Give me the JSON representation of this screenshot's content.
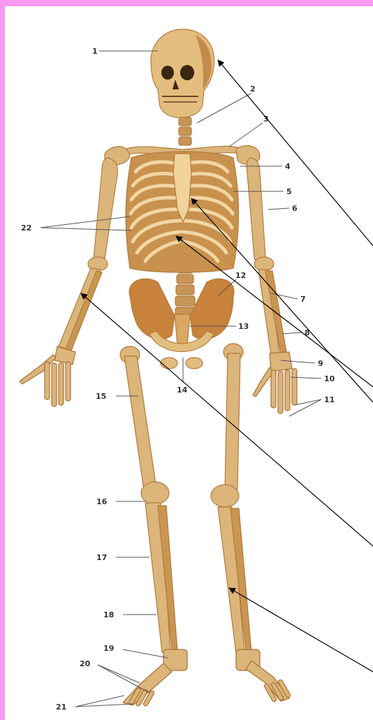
{
  "labels": [
    "1",
    "2",
    "3",
    "4",
    "5",
    "6",
    "7",
    "8",
    "9",
    "10",
    "11",
    "12",
    "13",
    "14",
    "15",
    "16",
    "17",
    "18",
    "19",
    "20",
    "21",
    "22"
  ],
  "colors": {
    "frame": "#f79af0",
    "background": "#ffffff",
    "bone": "#dcb57a",
    "bone_shadow": "#b27a3c",
    "bone_light": "#f1d6a3",
    "leader": "#555555",
    "pointer": "#000000"
  }
}
